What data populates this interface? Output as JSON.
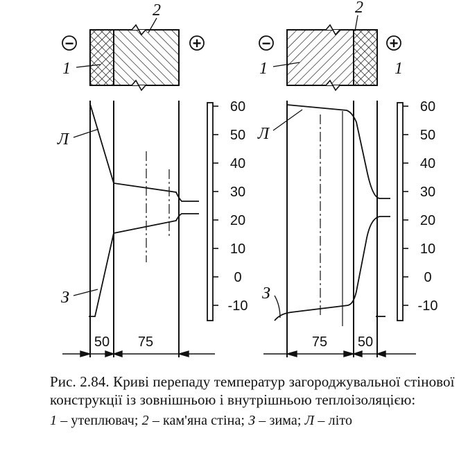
{
  "caption": {
    "title": "Рис. 2.84. Криві перепаду температур загороджувальної стінової конструкції із зовнішньою і внутрішньою теплоізоляцією:",
    "legend": [
      {
        "key": "1",
        "text": " – утеплювач; "
      },
      {
        "key": "2",
        "text": " – кам'яна стіна; "
      },
      {
        "key": "З",
        "text": " – зима; "
      },
      {
        "key": "Л",
        "text": " – літо"
      }
    ]
  },
  "left_panel": {
    "minus_sign": "−",
    "plus_sign": "+",
    "label_2": "2",
    "label_1": "1",
    "label_summer": "Л",
    "label_winter": "З",
    "dim_insulation": "50",
    "dim_wall": "75"
  },
  "right_panel": {
    "minus_sign": "−",
    "plus_sign": "+",
    "label_2": "2",
    "label_1_left": "1",
    "label_1_right": "1",
    "label_summer": "Л",
    "label_winter": "З",
    "dim_wall": "75",
    "dim_insulation": "50"
  },
  "scale": {
    "ticks": [
      "60",
      "50",
      "40",
      "30",
      "20",
      "10",
      "0",
      "-10"
    ]
  }
}
